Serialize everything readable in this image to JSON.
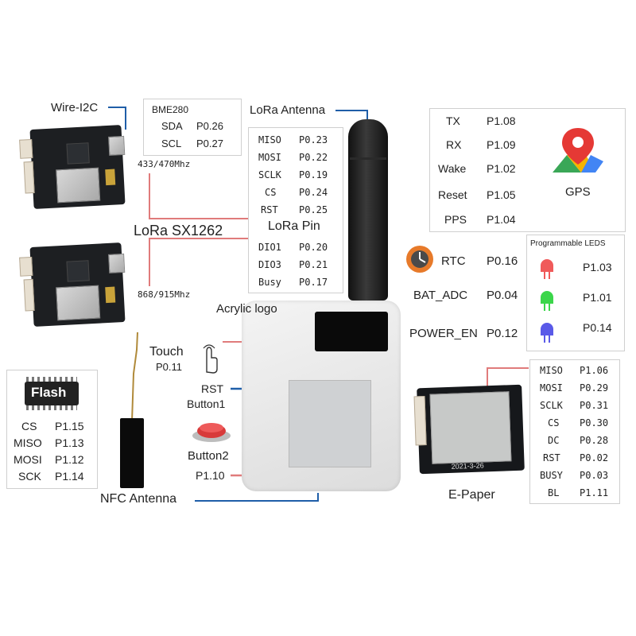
{
  "colors": {
    "leader_blue": "#1f5ea8",
    "leader_red": "#e07b7b",
    "led_red": "#f05a5a",
    "led_green": "#3bd64a",
    "led_blue": "#5a5ae8",
    "button_red": "#d83a3a",
    "rtc_orange": "#e77a2a"
  },
  "wire_i2c": {
    "label": "Wire-I2C"
  },
  "bme280": {
    "title": "BME280",
    "pins": [
      {
        "name": "SDA",
        "value": "P0.26"
      },
      {
        "name": "SCL",
        "value": "P0.27"
      }
    ]
  },
  "freq_433": "433/470Mhz",
  "freq_868": "868/915Mhz",
  "lora_module": {
    "title": "LoRa SX1262"
  },
  "lora_antenna": {
    "label": "LoRa Antenna"
  },
  "lora_pins": {
    "title": "LoRa Pin",
    "top": [
      {
        "name": "MISO",
        "value": "P0.23"
      },
      {
        "name": "MOSI",
        "value": "P0.22"
      },
      {
        "name": "SCLK",
        "value": "P0.19"
      },
      {
        "name": "CS",
        "value": "P0.24"
      },
      {
        "name": "RST",
        "value": "P0.25"
      }
    ],
    "bottom": [
      {
        "name": "DIO1",
        "value": "P0.20"
      },
      {
        "name": "DIO3",
        "value": "P0.21"
      },
      {
        "name": "Busy",
        "value": "P0.17"
      }
    ]
  },
  "gps": {
    "label": "GPS",
    "pins": [
      {
        "name": "TX",
        "value": "P1.08"
      },
      {
        "name": "RX",
        "value": "P1.09"
      },
      {
        "name": "Wake",
        "value": "P1.02"
      },
      {
        "name": "Reset",
        "value": "P1.05"
      },
      {
        "name": "PPS",
        "value": "P1.04"
      }
    ]
  },
  "rtc": {
    "name": "RTC",
    "value": "P0.16"
  },
  "bat_adc": {
    "name": "BAT_ADC",
    "value": "P0.04"
  },
  "power_en": {
    "name": "POWER_EN",
    "value": "P0.12"
  },
  "leds": {
    "title": "Programmable LEDS",
    "items": [
      {
        "value": "P1.03"
      },
      {
        "value": "P1.01"
      },
      {
        "value": "P0.14"
      }
    ]
  },
  "acrylic_logo": "Acrylic logo",
  "touch": {
    "label": "Touch",
    "value": "P0.11"
  },
  "rst_button": {
    "line1": "RST",
    "line2": "Button1"
  },
  "button2": {
    "label": "Button2",
    "value": "P1.10"
  },
  "nfc_antenna": "NFC Antenna",
  "flash": {
    "chip_label": "Flash",
    "pins": [
      {
        "name": "CS",
        "value": "P1.15"
      },
      {
        "name": "MISO",
        "value": "P1.13"
      },
      {
        "name": "MOSI",
        "value": "P1.12"
      },
      {
        "name": "SCK",
        "value": "P1.14"
      }
    ]
  },
  "epaper": {
    "label": "E-Paper",
    "board_text": "2021-3-26",
    "pins": [
      {
        "name": "MISO",
        "value": "P1.06"
      },
      {
        "name": "MOSI",
        "value": "P0.29"
      },
      {
        "name": "SCLK",
        "value": "P0.31"
      },
      {
        "name": "CS",
        "value": "P0.30"
      },
      {
        "name": "DC",
        "value": "P0.28"
      },
      {
        "name": "RST",
        "value": "P0.02"
      },
      {
        "name": "BUSY",
        "value": "P0.03"
      },
      {
        "name": "BL",
        "value": "P1.11"
      }
    ]
  }
}
